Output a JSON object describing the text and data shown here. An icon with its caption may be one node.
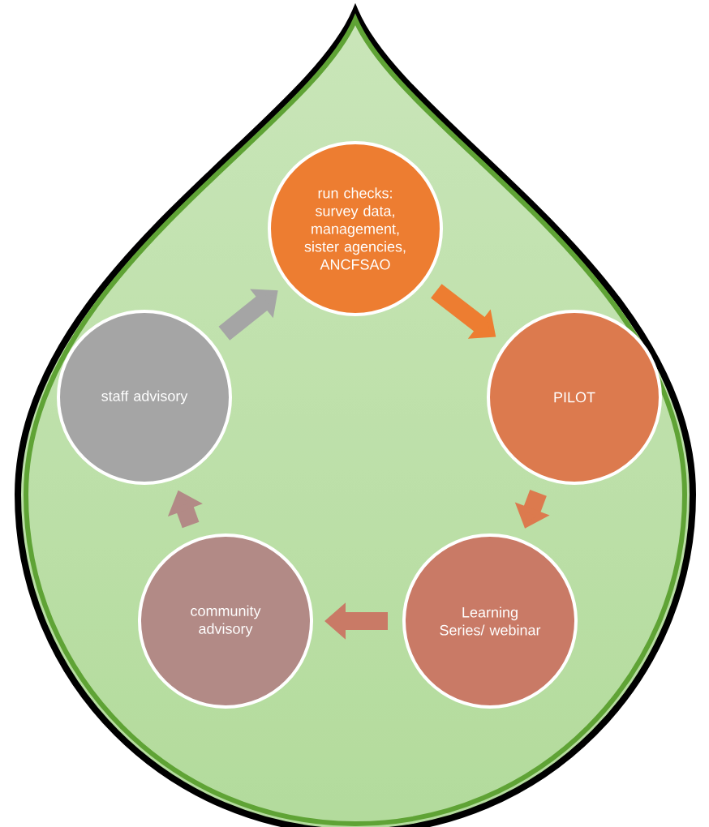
{
  "diagram": {
    "nodes": [
      {
        "text": [
          "run checks: survey data, management, sister agencies, ANCFSAO"
        ]
      },
      {
        "text": [
          "PILOT"
        ]
      },
      {
        "text": [
          "Learning Series/ webinar"
        ]
      },
      {
        "text": [
          "community advisory"
        ]
      },
      {
        "text": [
          "staff advisory"
        ]
      }
    ],
    "edges": [
      {
        "from": 0,
        "to": 1,
        "arrow": "to",
        "color": "#ed7d31"
      },
      {
        "from": 1,
        "to": 2,
        "arrow": "to",
        "color": "#dc7a4e"
      },
      {
        "from": 2,
        "to": 3,
        "arrow": "to",
        "color": "#c97a66"
      },
      {
        "from": 3,
        "to": 4,
        "arrow": "to",
        "color": "#b28a86"
      },
      {
        "from": 4,
        "to": 0,
        "arrow": "to",
        "color": "#a5a5a5"
      }
    ]
  }
}
